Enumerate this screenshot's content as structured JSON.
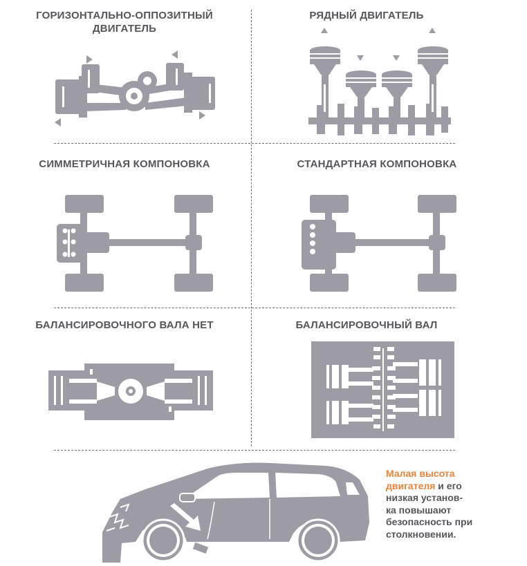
{
  "sections": {
    "boxer": {
      "title_line1": "ГОРИЗОНТАЛЬНО-ОППОЗИТНЫЙ",
      "title_line2": "ДВИГАТЕЛЬ"
    },
    "inline": {
      "title": "РЯДНЫЙ ДВИГАТЕЛЬ"
    },
    "symmetric": {
      "title": "СИММЕТРИЧНАЯ КОМПОНОВКА"
    },
    "standard": {
      "title": "СТАНДАРТНАЯ КОМПОНОВКА"
    },
    "no_balance": {
      "title": "БАЛАНСИРОВОЧНОГО ВАЛА НЕТ"
    },
    "balance": {
      "title": "БАЛАНСИРОВОЧНЫЙ ВАЛ"
    }
  },
  "note": {
    "accent_line1": "Малая высота",
    "accent_line2": "двигателя",
    "rest_line2": " и его",
    "line3": "низкая установ-",
    "line4": "ка повышают",
    "line5": "безопасность при",
    "line6": "столкновении."
  },
  "colors": {
    "illustration": "#9d9ca5",
    "light": "#ffffff",
    "text": "#55565a",
    "accent": "#e8833a"
  },
  "icons": [
    "arrow-triangle-icon",
    "piston-icon",
    "wheel-icon",
    "engine-block-icon",
    "car-silhouette-icon"
  ]
}
